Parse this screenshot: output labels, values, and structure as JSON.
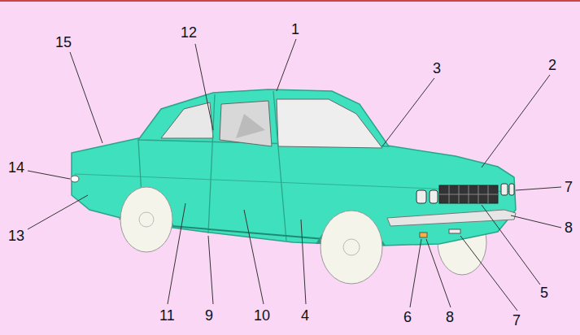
{
  "diagram": {
    "labels": [
      "15",
      "12",
      "1",
      "3",
      "2",
      "14",
      "7",
      "8",
      "13",
      "11",
      "9",
      "10",
      "4",
      "6",
      "8",
      "7",
      "5"
    ]
  }
}
